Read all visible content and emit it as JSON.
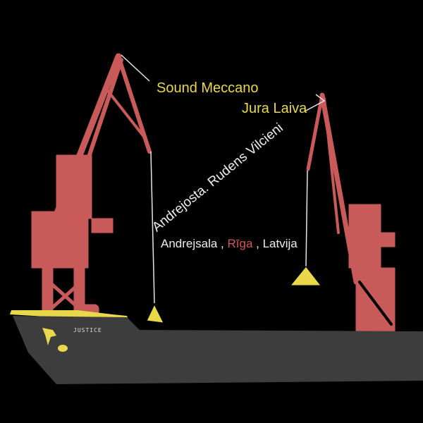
{
  "cover": {
    "title": "Sound Meccano",
    "artist": "Jura Laiva",
    "subtitle": "Andrejosta. Rudens Vilcieni",
    "location": {
      "place": "Andrejsala",
      "sep1": " , ",
      "city": "Rīga",
      "sep2": " , ",
      "country": "Latvija"
    },
    "ship_name": "JUSTICE"
  },
  "colors": {
    "background": "#000000",
    "crane": "#c95a5a",
    "ship": "#3d3d3d",
    "accent_yellow": "#e8d84a",
    "cable": "#e6e6e6"
  }
}
